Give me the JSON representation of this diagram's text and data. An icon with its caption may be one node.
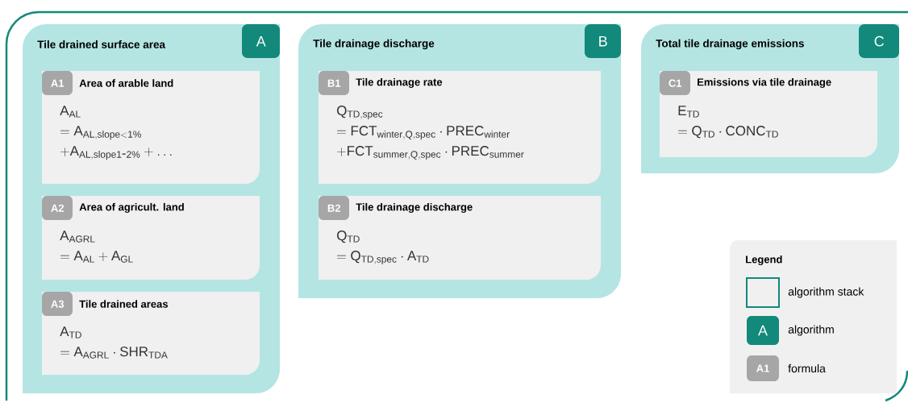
{
  "diagram": {
    "nodes": [
      {
        "text": [],
        "shape": "box"
      },
      {
        "text": [
          "Tile drained surface area"
        ],
        "in": 0
      },
      {
        "text": [
          "A"
        ],
        "in": 1
      },
      {
        "text": [
          "Area of arable land",
          "\\mathrm{A_{AL}}",
          "= \\mathrm{A_{AL,slope<1\\%}}",
          "+ \\mathrm{A_{AL,slope1\\mbox{-}2\\%}} + \\ldots"
        ],
        "in": 1
      },
      {
        "text": [
          "A1"
        ],
        "in": 3
      },
      {
        "text": [
          "Area of agricult. land",
          "\\mathrm{A_{AGRL}}",
          "= \\mathrm{A_{AL}} + \\mathrm{A_{GL}}"
        ],
        "in": 1
      },
      {
        "text": [
          "A2"
        ],
        "in": 5
      },
      {
        "text": [
          "Tile drained areas",
          "\\mathrm{A_{TD}}",
          "= \\mathrm{A_{AGRL}} \\cdot \\mathrm{SHR_{TDA}}"
        ],
        "in": 1
      },
      {
        "text": [
          "A3"
        ],
        "in": 7
      },
      {
        "text": [
          "Tile drainage discharge"
        ],
        "in": 0
      },
      {
        "text": [
          "B"
        ],
        "in": 9
      },
      {
        "text": [
          "Tile drainage rate",
          "\\mathrm{Q_{TD,spec}}",
          "= \\mathrm{FCT_{winter,Q,spec}} \\cdot \\mathrm{PREC_{winter}}",
          "+ \\mathrm{FCT_{summer,Q,spec}} \\cdot \\mathrm{PREC_{summer}}"
        ],
        "in": 9
      },
      {
        "text": [
          "B1"
        ],
        "in": 11
      },
      {
        "text": [
          "Tile drainage discharge",
          "\\mathrm{Q_{TD}}",
          "= \\mathrm{Q_{TD,spec}} \\cdot \\mathrm{A_{TD}}"
        ],
        "in": 9
      },
      {
        "text": [
          "B2"
        ],
        "in": 13
      },
      {
        "text": [
          "Total tile drainage emissions"
        ],
        "in": 0
      },
      {
        "text": [
          "C"
        ],
        "in": 15
      },
      {
        "text": [
          "Emissions via tile drainage",
          "\\mathrm{E_{TD}}",
          "= \\mathrm{Q_{TD}} \\cdot \\mathrm{CONC_{TD}}"
        ],
        "in": 15
      },
      {
        "text": [
          "C1"
        ],
        "in": 17
      }
    ],
    "labels": [
      "Legend",
      "A",
      "A1"
    ],
    "legend": [
      {
        "text": "algorithm stack"
      },
      {
        "text": "algorithm",
        "color": "#12897a"
      },
      {
        "text": "formula",
        "color": "#a6a6a6"
      }
    ]
  }
}
